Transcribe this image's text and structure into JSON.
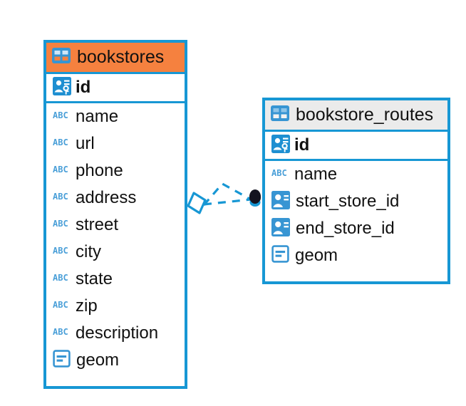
{
  "diagram": {
    "title": "bookstores-bookstore_routes-er-diagram",
    "background": "#ffffff",
    "accent_color": "#1797d4",
    "highlight_color": "#f5813f",
    "header_plain_color": "#ebebeb",
    "text_color": "#111111"
  },
  "entities": [
    {
      "name": "bookstores",
      "header_style": "accent",
      "header_icon": "table-icon",
      "primary_keys": [
        {
          "label": "id",
          "icon": "primary-key-icon"
        }
      ],
      "fields": [
        {
          "label": "name",
          "icon": "text-abc-icon"
        },
        {
          "label": "url",
          "icon": "text-abc-icon"
        },
        {
          "label": "phone",
          "icon": "text-abc-icon"
        },
        {
          "label": "address",
          "icon": "text-abc-icon"
        },
        {
          "label": "street",
          "icon": "text-abc-icon"
        },
        {
          "label": "city",
          "icon": "text-abc-icon"
        },
        {
          "label": "state",
          "icon": "text-abc-icon"
        },
        {
          "label": "zip",
          "icon": "text-abc-icon"
        },
        {
          "label": "description",
          "icon": "text-abc-icon"
        },
        {
          "label": "geom",
          "icon": "geometry-icon"
        }
      ]
    },
    {
      "name": "bookstore_routes",
      "header_style": "plain",
      "header_icon": "table-icon",
      "primary_keys": [
        {
          "label": "id",
          "icon": "primary-key-icon"
        }
      ],
      "fields": [
        {
          "label": "name",
          "icon": "text-abc-icon"
        },
        {
          "label": "start_store_id",
          "icon": "foreign-key-icon"
        },
        {
          "label": "end_store_id",
          "icon": "foreign-key-icon"
        },
        {
          "label": "geom",
          "icon": "geometry-icon"
        }
      ]
    }
  ],
  "relationship": {
    "from": "bookstores",
    "to": "bookstore_routes",
    "from_marker": "diamond-marker",
    "to_marker": "filled-circle-marker",
    "line_style": "dashed",
    "line_color": "#1797d4",
    "marker_fill_color": "#ffffff",
    "endpoint_color": "#111827"
  }
}
